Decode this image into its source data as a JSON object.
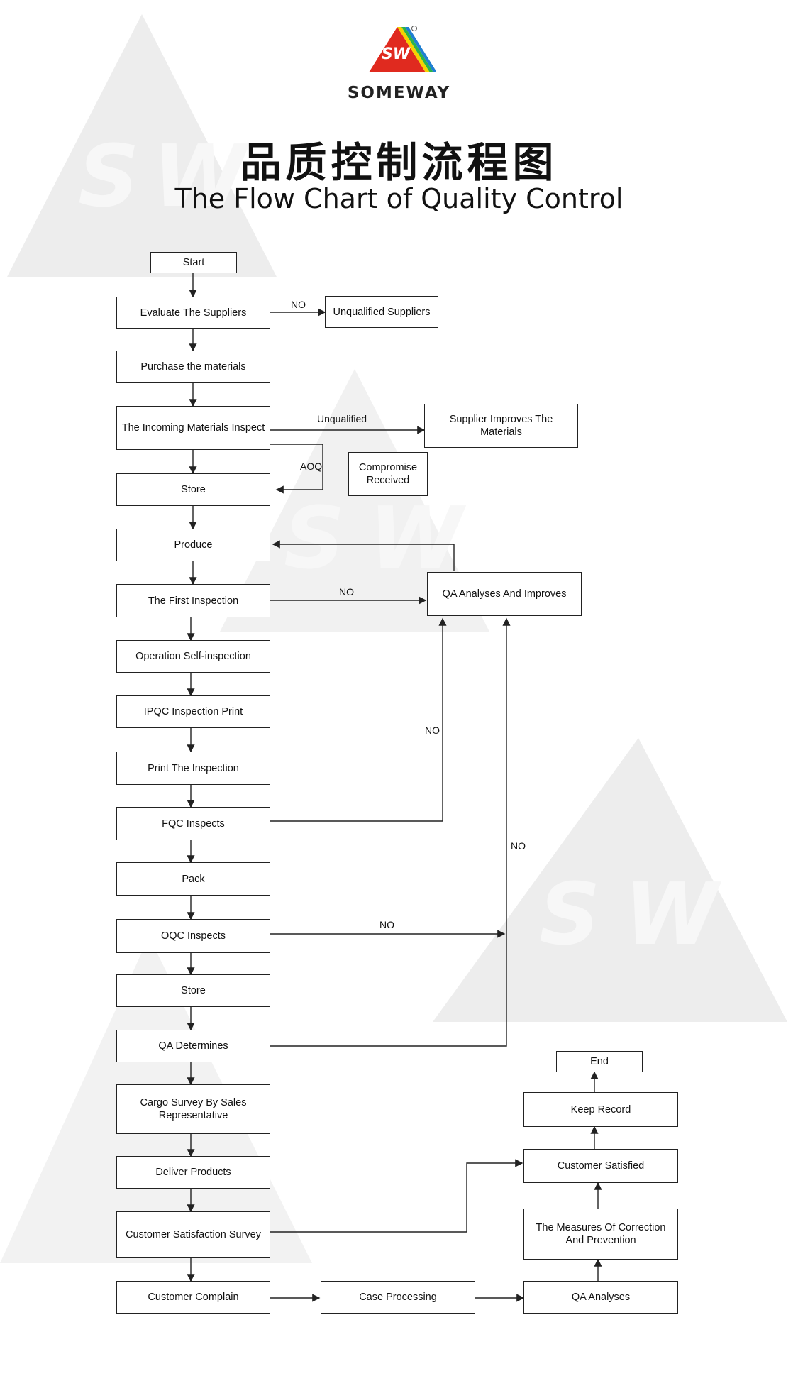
{
  "header": {
    "logo_text": "SW",
    "brand": "SOMEWAY",
    "title_cn": "品质控制流程图",
    "title_en": "The  Flow  Chart  of Quality Control"
  },
  "colors": {
    "logo_red": "#e02a1f",
    "stripe_yellow": "#f5d300",
    "stripe_green": "#2bb34a",
    "stripe_blue": "#1f7fd1",
    "watermark": "#ececec"
  },
  "nodes": {
    "start": "Start",
    "evaluate_suppliers": "Evaluate The  Suppliers",
    "unqualified_suppliers": "Unqualified Suppliers",
    "purchase_materials": "Purchase the materials",
    "incoming_inspect": "The Incoming Materials Inspect",
    "supplier_improves": "Supplier  Improves  The Materials",
    "compromise_received": "Compromise Received",
    "store_1": "Store",
    "produce": "Produce",
    "first_inspection": "The First Inspection",
    "qa_analyses_improves": "QA  Analyses  And  Improves",
    "operation_self_inspection": "Operation Self-inspection",
    "ipqc": "IPQC  Inspection  Print",
    "print_inspection": "Print  The  Inspection",
    "fqc": "FQC  Inspects",
    "pack": "Pack",
    "oqc": "OQC  Inspects",
    "store_2": "Store",
    "qa_determines": "QA Determines",
    "cargo_survey": "Cargo Survey By Sales Representative",
    "deliver_products": "Deliver Products",
    "satisfaction_survey": "Customer Satisfaction Survey",
    "customer_complain": "Customer Complain",
    "case_processing": "Case Processing",
    "qa_analyses": "QA Analyses",
    "measures": "The  Measures  Of Correction And Prevention",
    "customer_satisfied": "Customer Satisfied",
    "keep_record": "Keep Record",
    "end": "End"
  },
  "edge_labels": {
    "no_suppliers": "NO",
    "unqualified": "Unqualified",
    "aoq": "AOQ",
    "no_first": "NO",
    "no_fqc": "NO",
    "no_qa_right": "NO",
    "no_oqc": "NO"
  }
}
